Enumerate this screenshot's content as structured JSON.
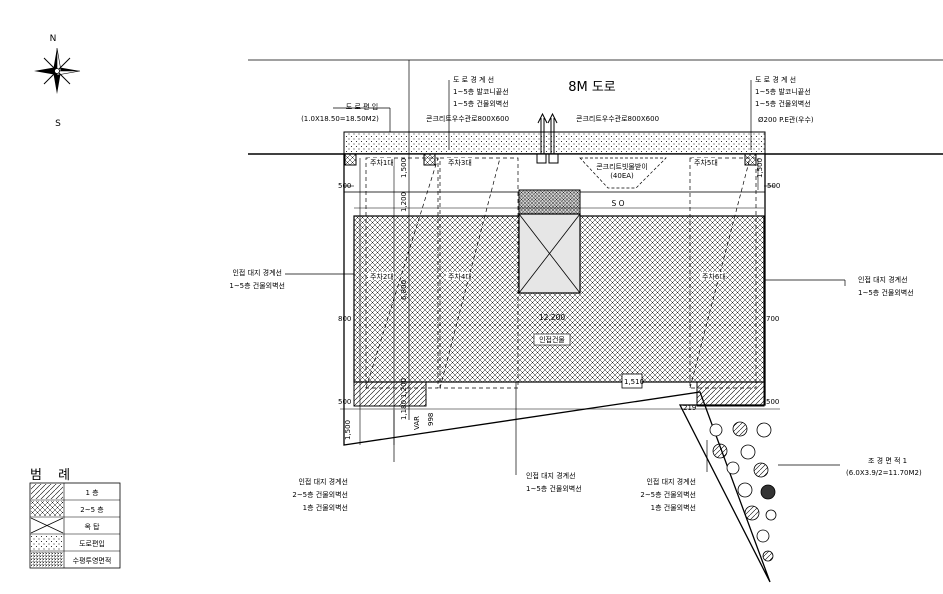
{
  "compass": {
    "north": "N",
    "south": "S"
  },
  "road": {
    "title": "8M 도로",
    "dedication_label": "도 로 편 입",
    "dedication_area": "(1.0X18.50=18.50M2)"
  },
  "annotations": {
    "top_left": [
      "도 로 경 계 선",
      "1~5층 발코니끝선",
      "1~5층 건물외벽선"
    ],
    "top_right": [
      "도 로 경 계 선",
      "1~5층 발코니끝선",
      "1~5층 건물외벽선"
    ],
    "drain_left": "콘크리트우수관로800X600",
    "drain_right": "콘크리트우수관로800X600",
    "pipe_right": "Ø200 P.E관(우수)",
    "catch_basin": [
      "콘크리트빗물받이",
      "(40EA)"
    ],
    "left_mid": [
      "인접 대지 경계선",
      "1~5층 건물외벽선"
    ],
    "right_mid": [
      "인접 대지 경계선",
      "1~5층 건물외벽선"
    ],
    "bottom_left": [
      "인접 대지 경계선",
      "2~5층 건물외벽선",
      "1층 건물외벽선"
    ],
    "bottom_mid": [
      "인접 대지 경계선",
      "1~5층 건물외벽선"
    ],
    "bottom_right": [
      "인접 대지 경계선",
      "2~5층 건물외벽선",
      "1층 건물외벽선"
    ],
    "landscape": [
      "조 경 면 적 1",
      "(6.0X3.9/2=11.70M2)"
    ],
    "center_label": "인접건물",
    "so_label": "S O"
  },
  "parking": [
    "주차1대",
    "주차3대",
    "주차5대",
    "주차2대",
    "주차4대",
    "주차6대"
  ],
  "dimensions": {
    "top_left": "500",
    "top_right": "500",
    "mid_left": "800",
    "mid_right": "700",
    "bot_left": "500",
    "bot_right": "500",
    "side_left": "1,500",
    "side_right": "1,500",
    "v_1500": "1,500",
    "v_1200": "1,200",
    "v_6800": "6,800",
    "v_1200b": "1,200",
    "v_1180": "1,180",
    "var": "VAR",
    "v_998": "998",
    "width": "12,200",
    "a_219": "219",
    "a_1510": "1,510"
  },
  "legend": {
    "title": "범 례",
    "items": [
      {
        "label": "1 층"
      },
      {
        "label": "2~5 층"
      },
      {
        "label": "옥 탑"
      },
      {
        "label": "도로편입"
      },
      {
        "label": "수평투영면적"
      }
    ]
  }
}
